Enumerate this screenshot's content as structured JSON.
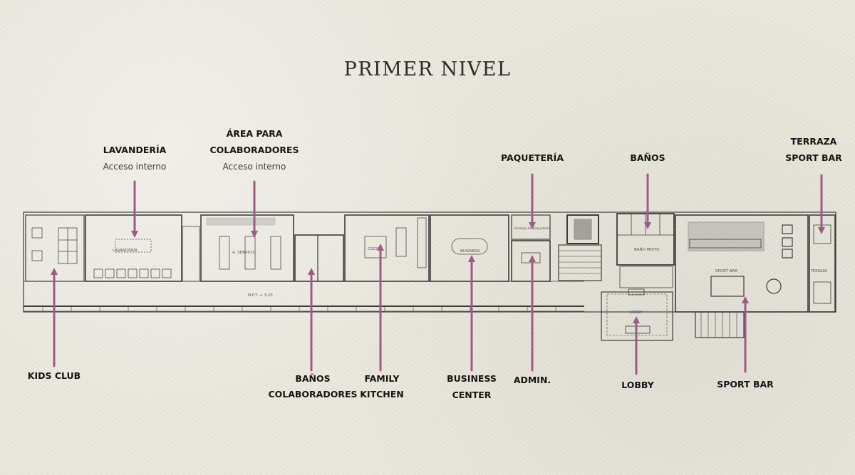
{
  "title": "PRIMER NIVEL",
  "colors": {
    "leader": "#9c5d82",
    "wall": "#3d3d3d",
    "paper": "#e8e5db"
  },
  "labels": {
    "kids_club": "KIDS CLUB",
    "lavanderia": "LAVANDERÍA",
    "lavanderia_sub": "Acceso interno",
    "area_line1": "ÁREA PARA",
    "area_line2": "COLABORADORES",
    "area_sub": "Acceso interno",
    "banos_col_line1": "BAÑOS",
    "banos_col_line2": "COLABORADORES",
    "family_line1": "FAMILY",
    "family_line2": "KITCHEN",
    "business_line1": "BUSINESS",
    "business_line2": "CENTER",
    "paqueteria": "PAQUETERÍA",
    "admin": "ADMIN.",
    "banos": "BAÑOS",
    "lobby": "LOBBY",
    "sport_bar": "SPORT BAR",
    "terraza_line1": "TERRAZA",
    "terraza_line2": "SPORT BAR"
  },
  "plan_text": {
    "lavanderia": "LAVANDERÍA",
    "servicio": "A. SERVICIO",
    "cocina": "COCINA",
    "business": "BUSINESS",
    "paqueteria": "Bodega de paquetería",
    "bano_mixto": "BAÑO MIXTO",
    "sport_bar": "SPORT BAR",
    "terraza": "TERRAZA",
    "lobby": "LOBBY",
    "npt": "N.P.T. + 3.23"
  }
}
